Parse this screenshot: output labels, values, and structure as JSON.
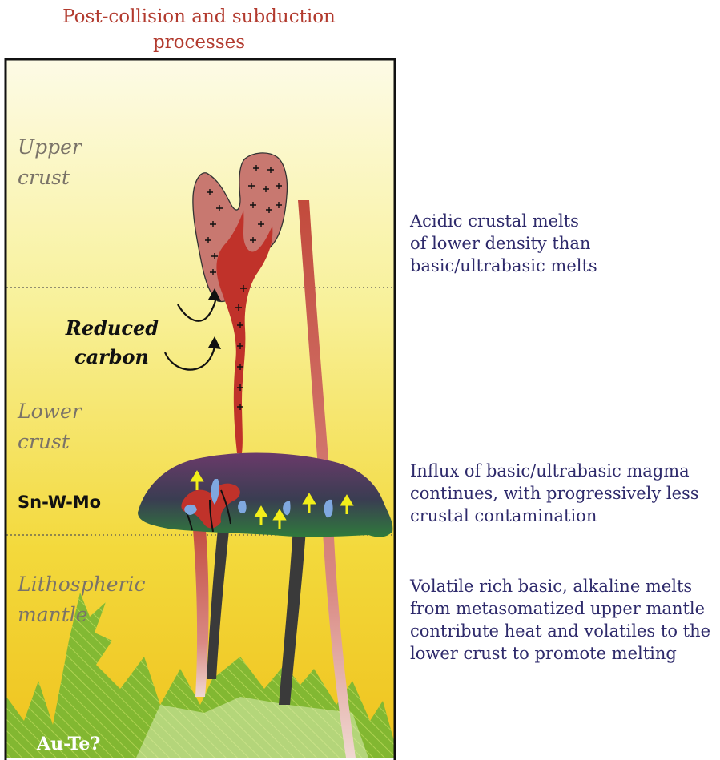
{
  "title": {
    "line1": "Post-collision and subduction",
    "line2": "processes"
  },
  "layers": {
    "upper_crust": [
      "Upper",
      "crust"
    ],
    "lower_crust": [
      "Lower",
      "crust"
    ],
    "lithospheric_mantle": [
      "Lithospheric",
      "mantle"
    ]
  },
  "labels": {
    "reduced_carbon": [
      "Reduced",
      "carbon"
    ],
    "sn_w_mo": "Sn-W-Mo",
    "au_te": "Au-Te?"
  },
  "notes": {
    "acidic": [
      "Acidic crustal melts",
      "of lower density than",
      "basic/ultrabasic melts"
    ],
    "influx": [
      "Influx of basic/ultrabasic magma",
      "continues, with progressively less",
      "crustal contamination"
    ],
    "volatile": [
      "Volatile rich basic, alkaline melts",
      "from metasomatized upper mantle",
      "contribute heat and volatiles to the",
      "lower crust to promote melting"
    ]
  },
  "colors": {
    "title": "#b23a2e",
    "notes": "#2e2a6b",
    "melt": "#c0322a",
    "granite": "#c87870",
    "mantle_green": "#7bb83a",
    "arrow_yellow": "#f2ee1a",
    "fluid_blue": "#7fa8e0"
  }
}
